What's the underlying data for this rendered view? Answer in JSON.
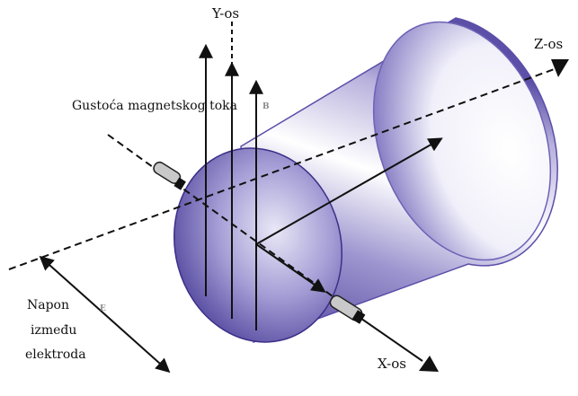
{
  "labels": {
    "y_axis": "Y-os",
    "z_axis": "Z-os",
    "x_axis": "X-os",
    "flux_density": "Gustoća magnetskog toka",
    "flux_symbol": "B",
    "voltage_line1": "Napon",
    "voltage_line2": "između",
    "voltage_line3": "elektroda",
    "voltage_symbol": "E"
  },
  "colors": {
    "cylinder_dark": "#4a3d9a",
    "cylinder_mid": "#9d95cf",
    "cylinder_light": "#ffffff",
    "line": "#111111",
    "electrode": "#bdbdbd"
  }
}
